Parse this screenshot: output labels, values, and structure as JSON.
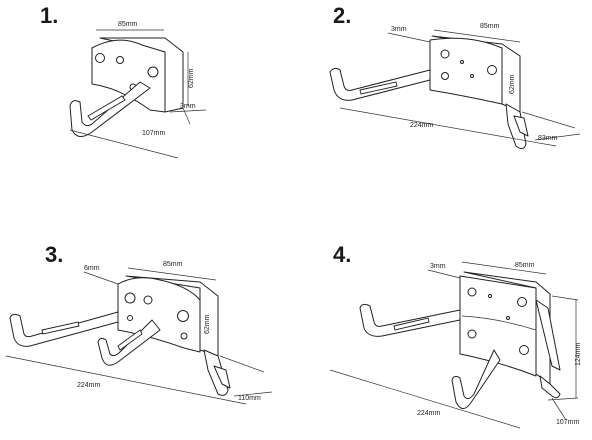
{
  "panels": [
    {
      "label": "1.",
      "dims": {
        "width": "85mm",
        "height": "62mm",
        "thickness": "3mm",
        "depth": "107mm"
      }
    },
    {
      "label": "2.",
      "dims": {
        "thickness": "3mm",
        "width": "85mm",
        "height": "62mm",
        "length": "224mm",
        "depth": "83mm"
      }
    },
    {
      "label": "3.",
      "dims": {
        "thickness": "6mm",
        "width": "85mm",
        "height": "62mm",
        "length": "224mm",
        "depth": "110mm"
      }
    },
    {
      "label": "4.",
      "dims": {
        "thickness": "3mm",
        "width": "85mm",
        "height": "124mm",
        "length": "224mm",
        "depth": "107mm"
      }
    }
  ]
}
